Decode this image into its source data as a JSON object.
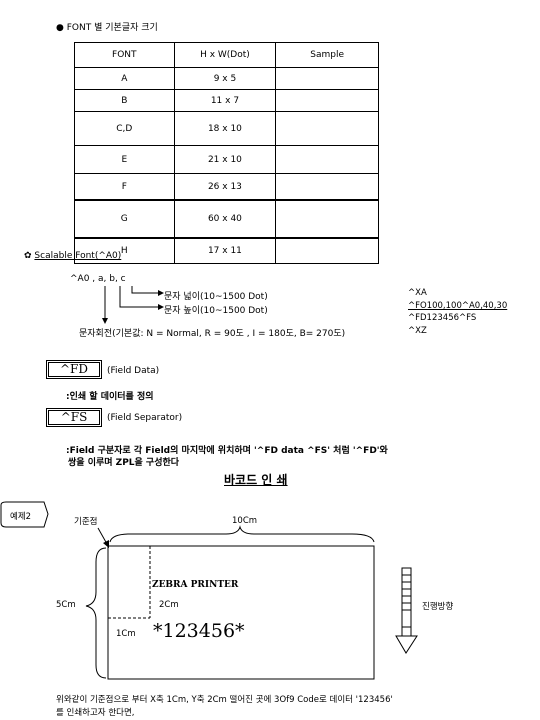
{
  "font_section": {
    "bullet": "●",
    "title": "FONT 별 기본글자 크기",
    "headers": [
      "FONT",
      "H x W(Dot)",
      "Sample"
    ],
    "rows": [
      {
        "font": "A",
        "size": "9 x 5"
      },
      {
        "font": "B",
        "size": "11 x 7"
      },
      {
        "font": "C,D",
        "size": "18 x 10"
      },
      {
        "font": "E",
        "size": "21 x 10"
      },
      {
        "font": "F",
        "size": "26 x 13"
      },
      {
        "font": "G",
        "size": "60 x 40"
      },
      {
        "font": "H",
        "size": "17 x 11"
      }
    ]
  },
  "scalable": {
    "bullet": "✿",
    "title": "Scalable Font(^A0)",
    "command": "^A0 , a, b, c",
    "height_label": "문자 넓이(10~1500 Dot)",
    "width_label": "문자 높이(10~1500 Dot)",
    "rotation_label": "문자회전(기본값: N = Normal, R = 90도 , I = 180도, B= 270도)",
    "code_lines": [
      "^XA",
      "^FO100,100^A0,40,30",
      "^FD123456^FS",
      "^XZ"
    ]
  },
  "fd": {
    "box_label": "^FD",
    "desc": "(Field Data)",
    "note": ":인쇄 할 데이터를 정의"
  },
  "fs": {
    "box_label": "^FS",
    "desc": "(Field Separator)",
    "note_line1": ":Field 구분자로 각 Field의 마지막에 위치하며 '^FD data ^FS' 처럼 '^FD'와",
    "note_line2": "쌍을 이루며 ZPL을 구성한다"
  },
  "barcode_section": {
    "title": "바코드 인 쇄",
    "example_tag": "예제2",
    "origin_label": "기준점",
    "width_label": "10Cm",
    "height_label": "5Cm",
    "y_offset_label": "2Cm",
    "x_offset_label": "1Cm",
    "printer_text": "ZEBRA PRINTER",
    "barcode_text": "*123456*",
    "direction_label": "진행방향",
    "footer_line1": "위와같이  기준점으로  부터  X축 1Cm, Y축 2Cm 떨어진 곳에 3Of9 Code로 데이터  '123456'",
    "footer_line2": "를  인쇄하고자 한다면,"
  }
}
